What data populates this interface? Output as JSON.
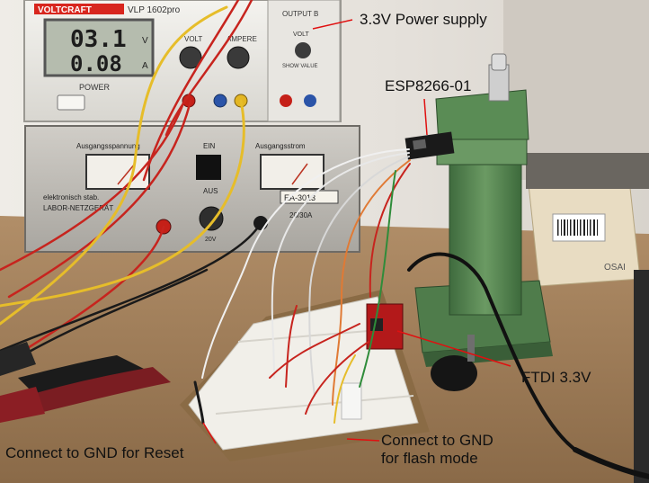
{
  "labels": {
    "power_supply": "3.3V Power supply",
    "esp": "ESP8266-01",
    "ftdi": "FTDI 3.3V",
    "reset": "Connect to GND for Reset",
    "flash_line1": "Connect to GND",
    "flash_line2": "for flash mode"
  },
  "equipment": {
    "top_brand": "VOLTCRAFT",
    "top_model": "VLP 1602pro",
    "display_voltage": "03.1",
    "display_current": "0.08",
    "unit_v": "V",
    "unit_a": "A",
    "power_text": "POWER",
    "knob_text_volt": "VOLT",
    "knob_text_ampere": "AMPERE",
    "output_b": "OUTPUT B",
    "volt_b": "VOLT",
    "show_value": "SHOW VALUE",
    "lower_left_title": "Ausgangsspannung",
    "lower_right_title": "Ausgangsstrom",
    "ein": "EIN",
    "aus": "AUS",
    "lab_text": "elektronisch stab.",
    "lab_text2": "LABOR-NETZGERÄT",
    "ea_model": "EA-3013",
    "ea_rating": "20/30A",
    "twenty_v": "20V",
    "osai": "OSAI"
  },
  "colors": {
    "wall": "#ece9e4",
    "bench": "#9c7a56",
    "vice_green": "#5f8a5a",
    "breadboard": "#f1efe9",
    "wire_red": "#c7241e",
    "wire_yellow": "#e6bd2a",
    "wire_black": "#1a1a1a",
    "wire_white": "#e8e8e8"
  }
}
